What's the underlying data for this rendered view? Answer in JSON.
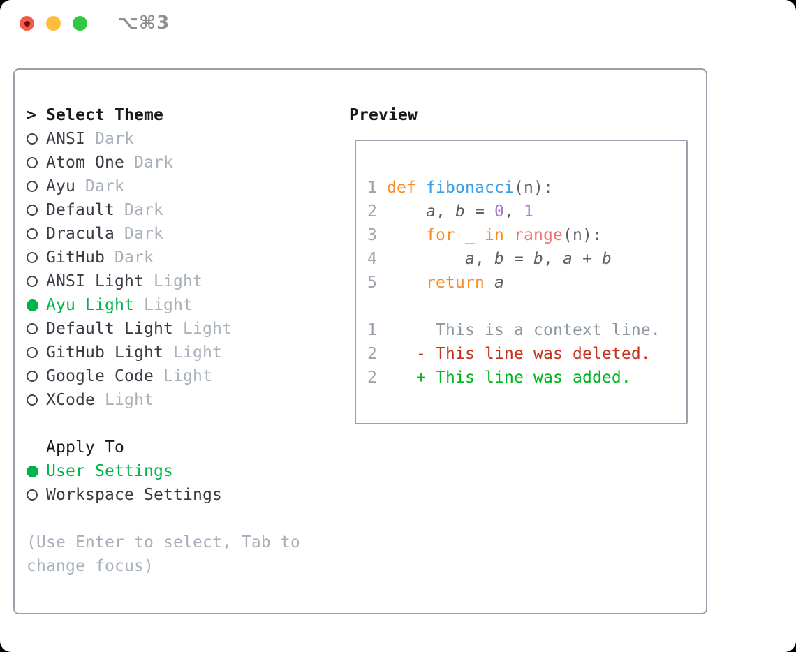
{
  "window": {
    "title": "⌥⌘3"
  },
  "colors": {
    "accent-green": "#00b44b",
    "panel-border": "#99a1ac",
    "text-dark": "#17191c",
    "theme-name": "#373c44",
    "muted": "#a8b0bc",
    "code-fg": "#5c6166",
    "line-num": "#9aa2ad",
    "kw": "#f98b28",
    "fn": "#399ee6",
    "num": "#a37acc",
    "builtin": "#f07171",
    "ctx": "#8f979f",
    "del": "#c7321d",
    "add": "#00b520",
    "light-red": "#f4594e",
    "light-yellow": "#fcbd3e",
    "light-green": "#31c843"
  },
  "theme_panel": {
    "header_prefix": ">",
    "header_label": "Select Theme",
    "themes": [
      {
        "name": "ANSI",
        "variant": "Dark",
        "selected": false
      },
      {
        "name": "Atom One",
        "variant": "Dark",
        "selected": false
      },
      {
        "name": "Ayu",
        "variant": "Dark",
        "selected": false
      },
      {
        "name": "Default",
        "variant": "Dark",
        "selected": false
      },
      {
        "name": "Dracula",
        "variant": "Dark",
        "selected": false
      },
      {
        "name": "GitHub",
        "variant": "Dark",
        "selected": false
      },
      {
        "name": "ANSI Light",
        "variant": "Light",
        "selected": false
      },
      {
        "name": "Ayu Light",
        "variant": "Light",
        "selected": true
      },
      {
        "name": "Default Light",
        "variant": "Light",
        "selected": false
      },
      {
        "name": "GitHub Light",
        "variant": "Light",
        "selected": false
      },
      {
        "name": "Google Code",
        "variant": "Light",
        "selected": false
      },
      {
        "name": "XCode",
        "variant": "Light",
        "selected": false
      }
    ],
    "apply_to_label": "Apply To",
    "apply_options": [
      {
        "label": "User Settings",
        "selected": true
      },
      {
        "label": "Workspace Settings",
        "selected": false
      }
    ],
    "hint": "(Use Enter to select, Tab to change focus)"
  },
  "preview": {
    "label": "Preview",
    "lines": [
      {
        "num": "1",
        "tokens": [
          [
            " ",
            "fg"
          ],
          [
            "def",
            "kw"
          ],
          [
            " ",
            "fg"
          ],
          [
            "fibonacci",
            "fn"
          ],
          [
            "(n):",
            "fg"
          ]
        ]
      },
      {
        "num": "2",
        "tokens": [
          [
            "     ",
            "fg"
          ],
          [
            "a",
            "var"
          ],
          [
            ", ",
            "fg"
          ],
          [
            "b",
            "var"
          ],
          [
            " = ",
            "fg"
          ],
          [
            "0",
            "num"
          ],
          [
            ", ",
            "fg"
          ],
          [
            "1",
            "num"
          ]
        ]
      },
      {
        "num": "3",
        "tokens": [
          [
            "     ",
            "fg"
          ],
          [
            "for",
            "kw"
          ],
          [
            " _ ",
            "fg"
          ],
          [
            "in",
            "kw"
          ],
          [
            " ",
            "fg"
          ],
          [
            "range",
            "builtin"
          ],
          [
            "(n):",
            "fg"
          ]
        ]
      },
      {
        "num": "4",
        "tokens": [
          [
            "         ",
            "fg"
          ],
          [
            "a",
            "var"
          ],
          [
            ", ",
            "fg"
          ],
          [
            "b",
            "var"
          ],
          [
            " = ",
            "fg"
          ],
          [
            "b",
            "var"
          ],
          [
            ", ",
            "fg"
          ],
          [
            "a",
            "var"
          ],
          [
            " + ",
            "fg"
          ],
          [
            "b",
            "var"
          ]
        ]
      },
      {
        "num": "5",
        "tokens": [
          [
            "     ",
            "fg"
          ],
          [
            "return",
            "kw"
          ],
          [
            " ",
            "fg"
          ],
          [
            "a",
            "var"
          ]
        ]
      },
      {
        "num": "",
        "tokens": []
      },
      {
        "num": "1",
        "tokens": [
          [
            "      This is a context line.",
            "ctx"
          ]
        ]
      },
      {
        "num": "2",
        "tokens": [
          [
            "    - This line was deleted.",
            "del"
          ]
        ]
      },
      {
        "num": "2",
        "tokens": [
          [
            "    + This line was added.",
            "add"
          ]
        ]
      }
    ]
  }
}
